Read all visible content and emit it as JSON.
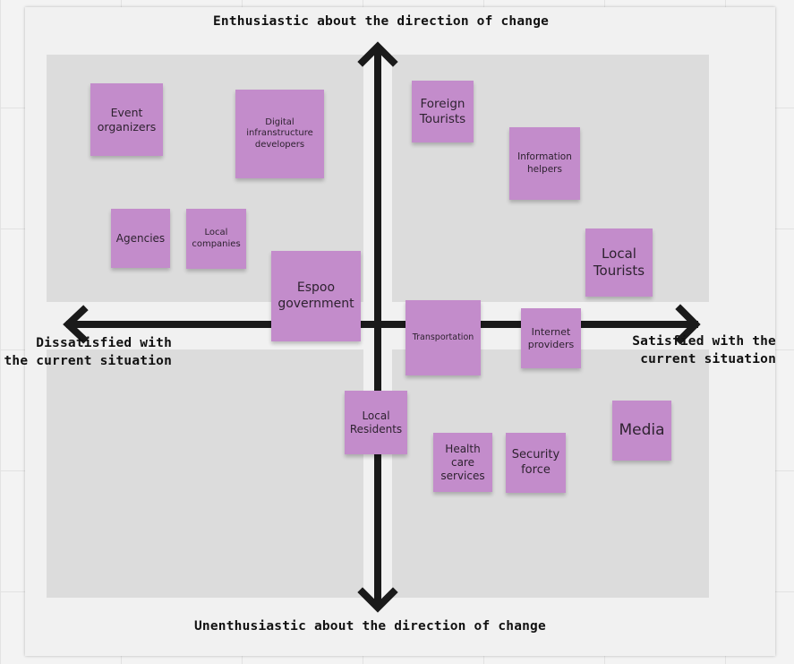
{
  "axes": {
    "top": "Enthusiastic about the direction of change",
    "bottom": "Unenthusiastic about the direction of change",
    "left": "Dissatisfied with\nthe current situation",
    "right": "Satisfied with the\ncurrent situation"
  },
  "notes": {
    "event_organizers": "Event\norganizers",
    "digital_infrastructure": "Digital\ninfranstructure\ndevelopers",
    "foreign_tourists": "Foreign\nTourists",
    "information_helpers": "Information\nhelpers",
    "agencies": "Agencies",
    "local_companies": "Local\ncompanies",
    "local_tourists": "Local\nTourists",
    "espoo_government": "Espoo\ngovernment",
    "transportation": "Transportation",
    "internet_providers": "Internet\nproviders",
    "local_residents": "Local\nResidents",
    "health_care": "Health\ncare\nservices",
    "security_force": "Security\nforce",
    "media": "Media"
  },
  "colors": {
    "sticky_note": "#c38ccb",
    "quadrant": "#dcdcdc",
    "axis": "#1a1a1a"
  }
}
